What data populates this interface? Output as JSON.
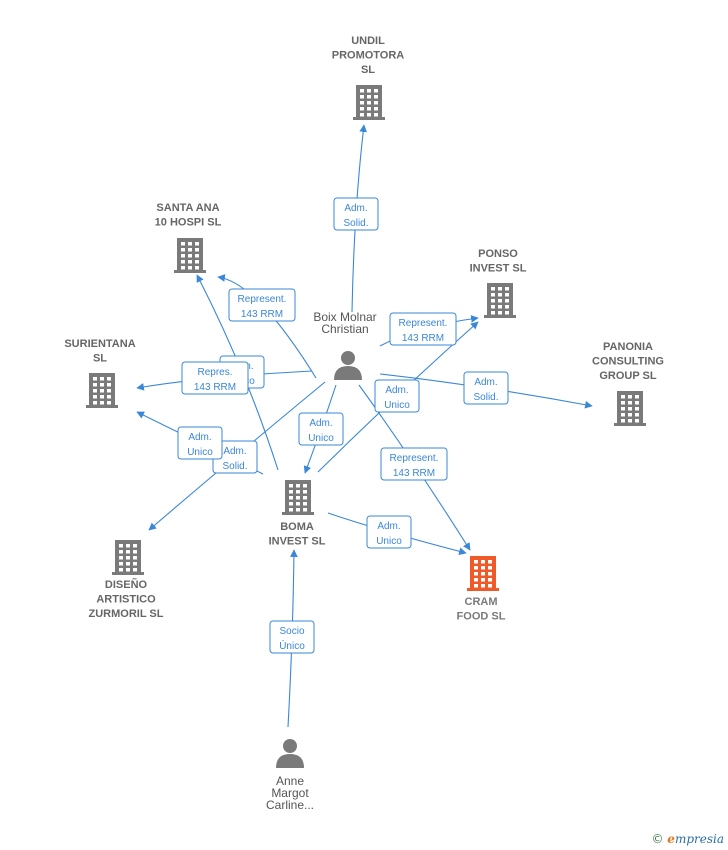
{
  "colors": {
    "edge": "#3a87d8",
    "company": "#7a7a7a",
    "focus": "#f05a28",
    "person": "#7a7a7a"
  },
  "nodes": [
    {
      "id": "undil",
      "kind": "company",
      "label": [
        "UNDIL",
        "PROMOTORA",
        "SL"
      ],
      "icon": "building-icon"
    },
    {
      "id": "santa",
      "kind": "company",
      "label": [
        "SANTA ANA",
        "10 HOSPI  SL"
      ],
      "icon": "building-icon"
    },
    {
      "id": "ponso",
      "kind": "company",
      "label": [
        "PONSO",
        "INVEST  SL"
      ],
      "icon": "building-icon"
    },
    {
      "id": "surientana",
      "kind": "company",
      "label": [
        "SURIENTANA",
        "SL"
      ],
      "icon": "building-icon"
    },
    {
      "id": "panonia",
      "kind": "company",
      "label": [
        "PANONIA",
        "CONSULTING",
        "GROUP  SL"
      ],
      "icon": "building-icon"
    },
    {
      "id": "boix",
      "kind": "person",
      "label": [
        "Boix Molnar",
        "Christian"
      ],
      "icon": "person-icon"
    },
    {
      "id": "boma",
      "kind": "company",
      "label": [
        "BOMA",
        "INVEST  SL"
      ],
      "icon": "building-icon"
    },
    {
      "id": "diseno",
      "kind": "company",
      "label": [
        "DISEÑO",
        "ARTISTICO",
        "ZURMORIL  SL"
      ],
      "icon": "building-icon"
    },
    {
      "id": "cram",
      "kind": "focus",
      "label": [
        "CRAM",
        "FOOD  SL"
      ],
      "icon": "building-icon"
    },
    {
      "id": "anne",
      "kind": "person",
      "label": [
        "Anne",
        "Margot",
        "Carline..."
      ],
      "icon": "person-icon"
    }
  ],
  "edges": [
    {
      "from": "boix",
      "to": "undil",
      "label": [
        "Adm.",
        "Solid."
      ]
    },
    {
      "from": "boix",
      "to": "santa",
      "label": [
        "Adm.",
        "Unico"
      ]
    },
    {
      "from": "boix",
      "to": "ponso",
      "label": [
        "Represent.",
        "143 RRM"
      ]
    },
    {
      "from": "boix",
      "to": "surientana",
      "label": [
        "Repres.",
        "143 RRM"
      ]
    },
    {
      "from": "boix",
      "to": "panonia",
      "label": [
        "Adm.",
        "Solid."
      ]
    },
    {
      "from": "boix",
      "to": "boma",
      "label": [
        "Adm.",
        "Unico"
      ]
    },
    {
      "from": "boix",
      "to": "diseno",
      "label": [
        "Adm.",
        "Solid."
      ]
    },
    {
      "from": "boix",
      "to": "cram",
      "label": [
        "Represent.",
        "143 RRM"
      ]
    },
    {
      "from": "boma",
      "to": "santa",
      "label": [
        "Represent.",
        "143 RRM"
      ]
    },
    {
      "from": "boma",
      "to": "surientana",
      "label": [
        "Adm.",
        "Unico"
      ]
    },
    {
      "from": "boma",
      "to": "ponso",
      "label": [
        "Adm.",
        "Unico"
      ]
    },
    {
      "from": "boma",
      "to": "cram",
      "label": [
        "Adm.",
        "Unico"
      ]
    },
    {
      "from": "anne",
      "to": "boma",
      "label": [
        "Socio",
        "Único"
      ]
    }
  ],
  "watermark": {
    "copyright": "©",
    "brand_initial": "e",
    "brand_rest": "mpresia"
  }
}
